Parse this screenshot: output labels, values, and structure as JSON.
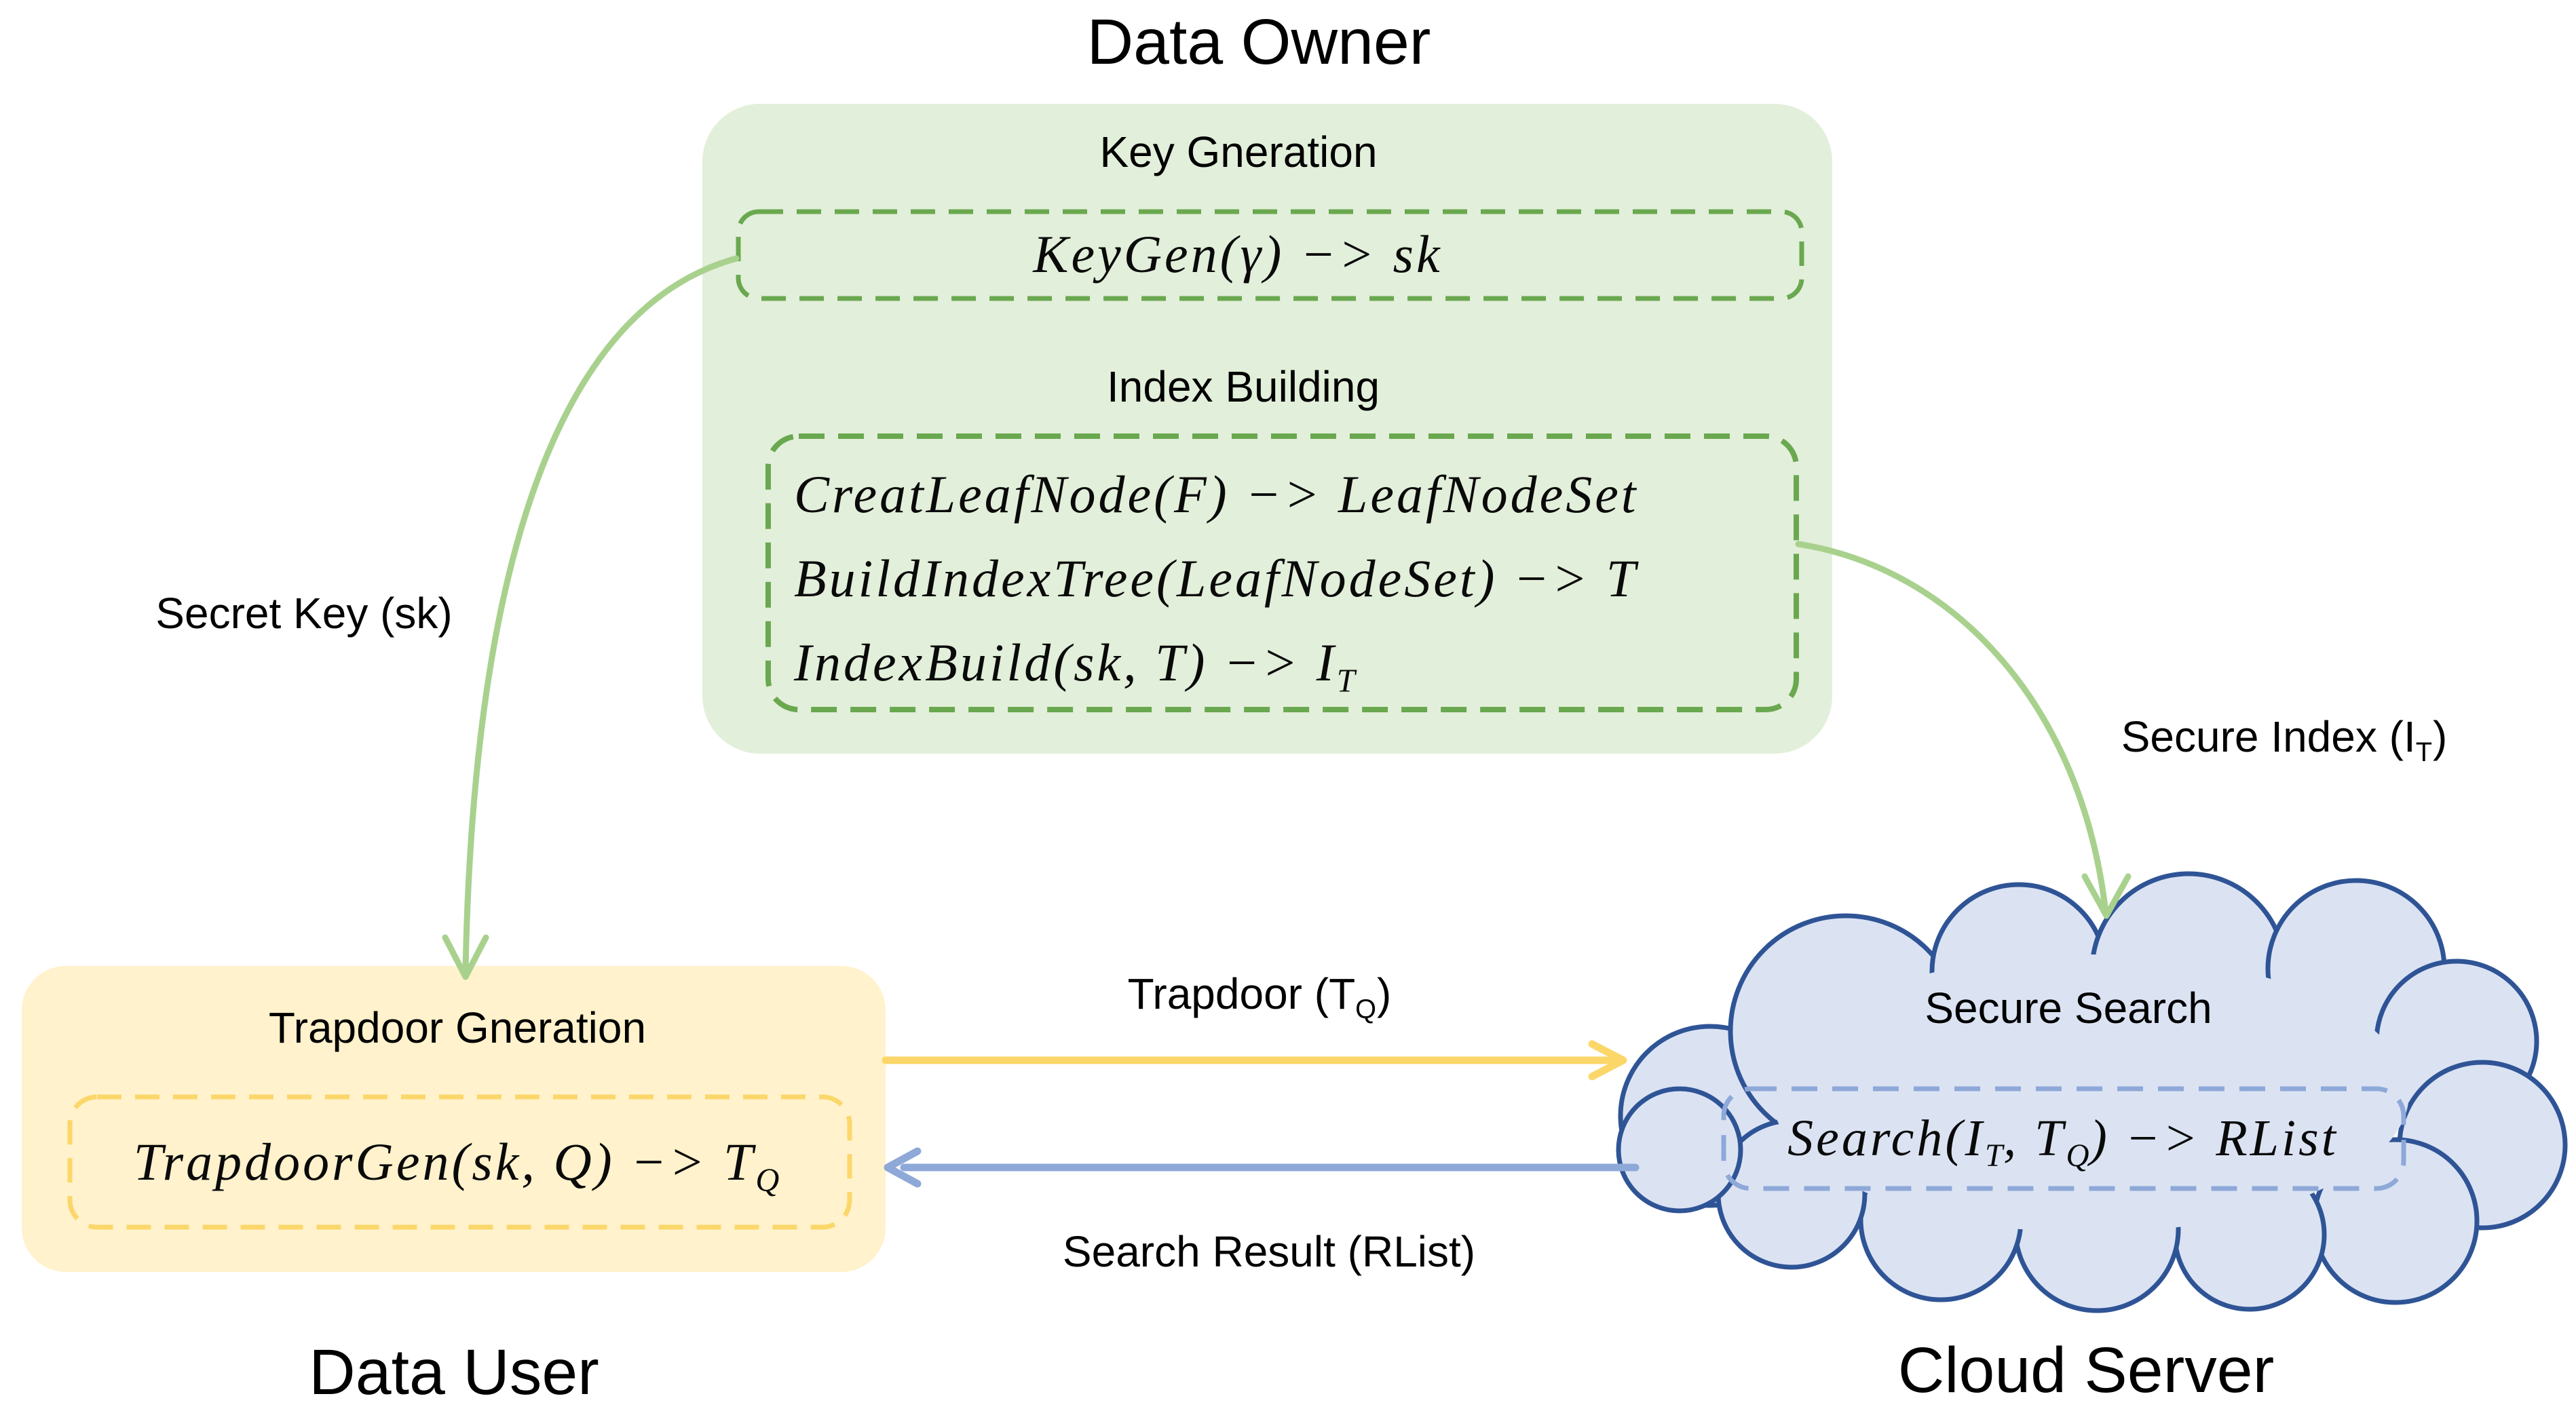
{
  "data_owner": {
    "title": "Data Owner",
    "key_generation": {
      "label": "Key Gneration",
      "formula": [
        {
          "t": "KeyGen(γ) −> sk"
        }
      ]
    },
    "index_building": {
      "label": "Index Building",
      "formulas": {
        "line1": [
          {
            "t": "CreatLeafNode(F) −> LeafNodeSet"
          }
        ],
        "line2": [
          {
            "t": "BuildIndexTree(LeafNodeSet) −> T"
          }
        ],
        "line3": [
          {
            "t": "IndexBuild(sk, T) −> I"
          },
          {
            "s": "T"
          }
        ]
      }
    }
  },
  "data_user": {
    "title": "Data User",
    "trapdoor_generation": {
      "label": "Trapdoor Gneration",
      "formula": [
        {
          "t": "TrapdoorGen(sk, Q) −> T"
        },
        {
          "s": "Q"
        }
      ]
    }
  },
  "cloud_server": {
    "title": "Cloud Server",
    "secure_search": {
      "label": "Secure Search",
      "formula": [
        {
          "t": "Search(I"
        },
        {
          "s": "T"
        },
        {
          "t": ", T"
        },
        {
          "s": "Q"
        },
        {
          "t": ") −> RList"
        }
      ]
    }
  },
  "edges": {
    "secret_key_label": "Secret Key (sk)",
    "secure_index_label": [
      {
        "t": "Secure Index (I"
      },
      {
        "s": "T"
      },
      {
        "t": ")"
      }
    ],
    "trapdoor_label": [
      {
        "t": "Trapdoor (T"
      },
      {
        "s": "Q"
      },
      {
        "t": ")"
      }
    ],
    "search_result_label": "Search Result (RList)"
  },
  "colors": {
    "owner_fill": "#e2efda",
    "owner_dash": "#6aa84f",
    "user_fill": "#fff2cc",
    "user_dash": "#fbd76a",
    "cloud_fill": "#dbe3f3",
    "cloud_border": "#2f5496",
    "cloud_dash": "#8ea8d8",
    "arrow_secret_key": "#a9d18e",
    "arrow_secure_index": "#a9d18e",
    "arrow_trapdoor": "#fbd76a",
    "arrow_search_result": "#8ea8d8",
    "text": "#000000"
  }
}
